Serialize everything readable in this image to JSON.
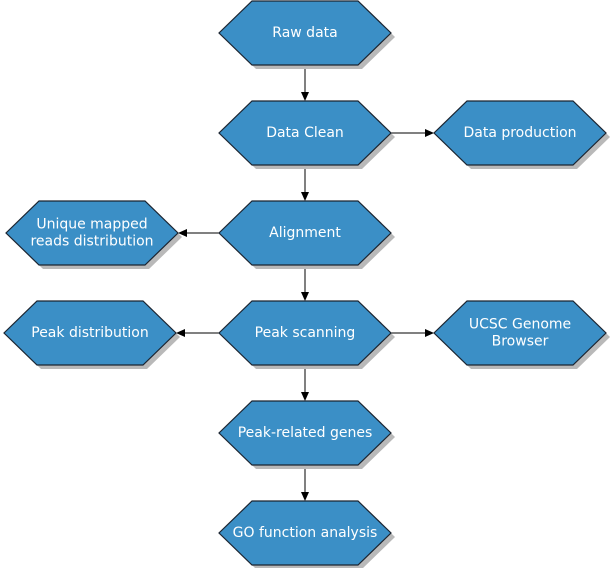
{
  "nodes": [
    {
      "id": "raw-data",
      "lines": [
        "Raw data"
      ]
    },
    {
      "id": "data-clean",
      "lines": [
        "Data Clean"
      ]
    },
    {
      "id": "data-production",
      "lines": [
        "Data production"
      ]
    },
    {
      "id": "alignment",
      "lines": [
        "Alignment"
      ]
    },
    {
      "id": "unique-mapped",
      "lines": [
        "Unique mapped",
        "reads distribution"
      ]
    },
    {
      "id": "peak-scanning",
      "lines": [
        "Peak scanning"
      ]
    },
    {
      "id": "peak-distribution",
      "lines": [
        "Peak distribution"
      ]
    },
    {
      "id": "ucsc-genome-browser",
      "lines": [
        "UCSC Genome",
        "Browser"
      ]
    },
    {
      "id": "peak-related-genes",
      "lines": [
        "Peak-related genes"
      ]
    },
    {
      "id": "go-function-analysis",
      "lines": [
        "GO function analysis"
      ]
    }
  ],
  "edges": [
    {
      "from": "raw-data",
      "to": "data-clean"
    },
    {
      "from": "data-clean",
      "to": "data-production"
    },
    {
      "from": "data-clean",
      "to": "alignment"
    },
    {
      "from": "alignment",
      "to": "unique-mapped"
    },
    {
      "from": "alignment",
      "to": "peak-scanning"
    },
    {
      "from": "peak-scanning",
      "to": "peak-distribution"
    },
    {
      "from": "peak-scanning",
      "to": "ucsc-genome-browser"
    },
    {
      "from": "peak-scanning",
      "to": "peak-related-genes"
    },
    {
      "from": "peak-related-genes",
      "to": "go-function-analysis"
    }
  ],
  "colors": {
    "node_fill": "#3b8fc6",
    "node_stroke": "#1b2430",
    "shadow": "#b9b9b9",
    "text": "#ffffff",
    "edge": "#000000"
  }
}
